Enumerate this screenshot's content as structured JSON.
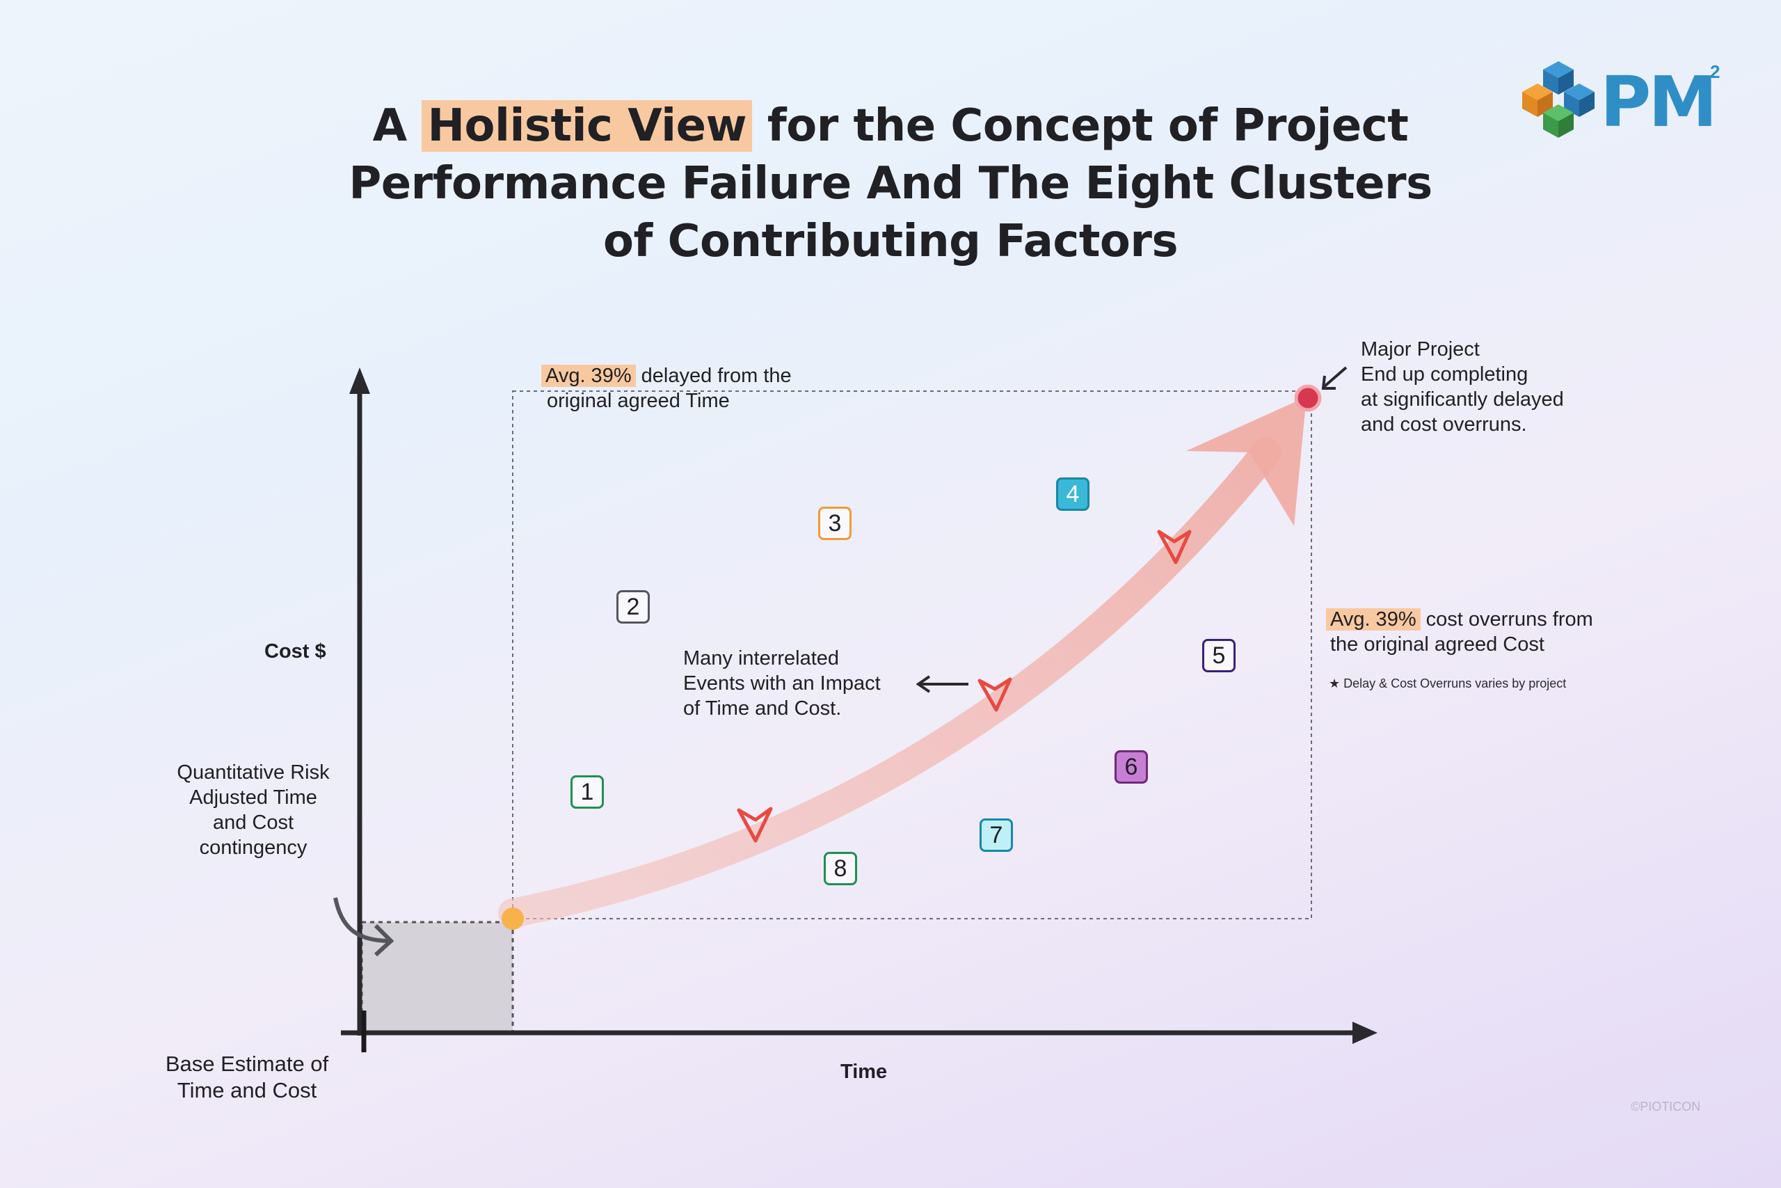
{
  "title": {
    "prefix": "A ",
    "highlight": "Holistic View",
    "line1_suffix": " for the Concept of Project",
    "line2": "Performance Failure And The Eight Clusters",
    "line3": "of Contributing Factors"
  },
  "logo": {
    "text": "PM",
    "superscript": "2"
  },
  "axes": {
    "y_label": "Cost $",
    "x_label": "Time"
  },
  "labels": {
    "base_estimate": [
      "Base Estimate of",
      "Time and Cost"
    ],
    "risk_contingency": [
      "Quantitative Risk",
      "Adjusted Time",
      "and Cost",
      "contingency"
    ],
    "delay_highlight": "Avg. 39%",
    "delay_text": " delayed from the",
    "delay_text2": "original agreed Time",
    "major_project": [
      "Major Project",
      "End up completing",
      "at significantly delayed",
      "and cost overruns."
    ],
    "cost_highlight": "Avg. 39%",
    "cost_text": " cost overruns from",
    "cost_text2": "the original agreed Cost",
    "footnote": "★ Delay & Cost Overruns varies by project",
    "events": [
      "Many interrelated",
      "Events with an Impact",
      "of Time and Cost."
    ]
  },
  "clusters": [
    {
      "num": "1",
      "color": "#1e9150",
      "fill": "none"
    },
    {
      "num": "2",
      "color": "#555560",
      "fill": "none"
    },
    {
      "num": "3",
      "color": "#f09a3a",
      "fill": "none"
    },
    {
      "num": "4",
      "color": "#1a86a8",
      "fill": "#3ab8d8"
    },
    {
      "num": "5",
      "color": "#3a1f7a",
      "fill": "none"
    },
    {
      "num": "6",
      "color": "#6f2a7a",
      "fill": "#c77fd6"
    },
    {
      "num": "7",
      "color": "#1a86a8",
      "fill": "#bff0f8"
    },
    {
      "num": "8",
      "color": "#1e9150",
      "fill": "none"
    }
  ],
  "copyright": "©PIOTICON"
}
